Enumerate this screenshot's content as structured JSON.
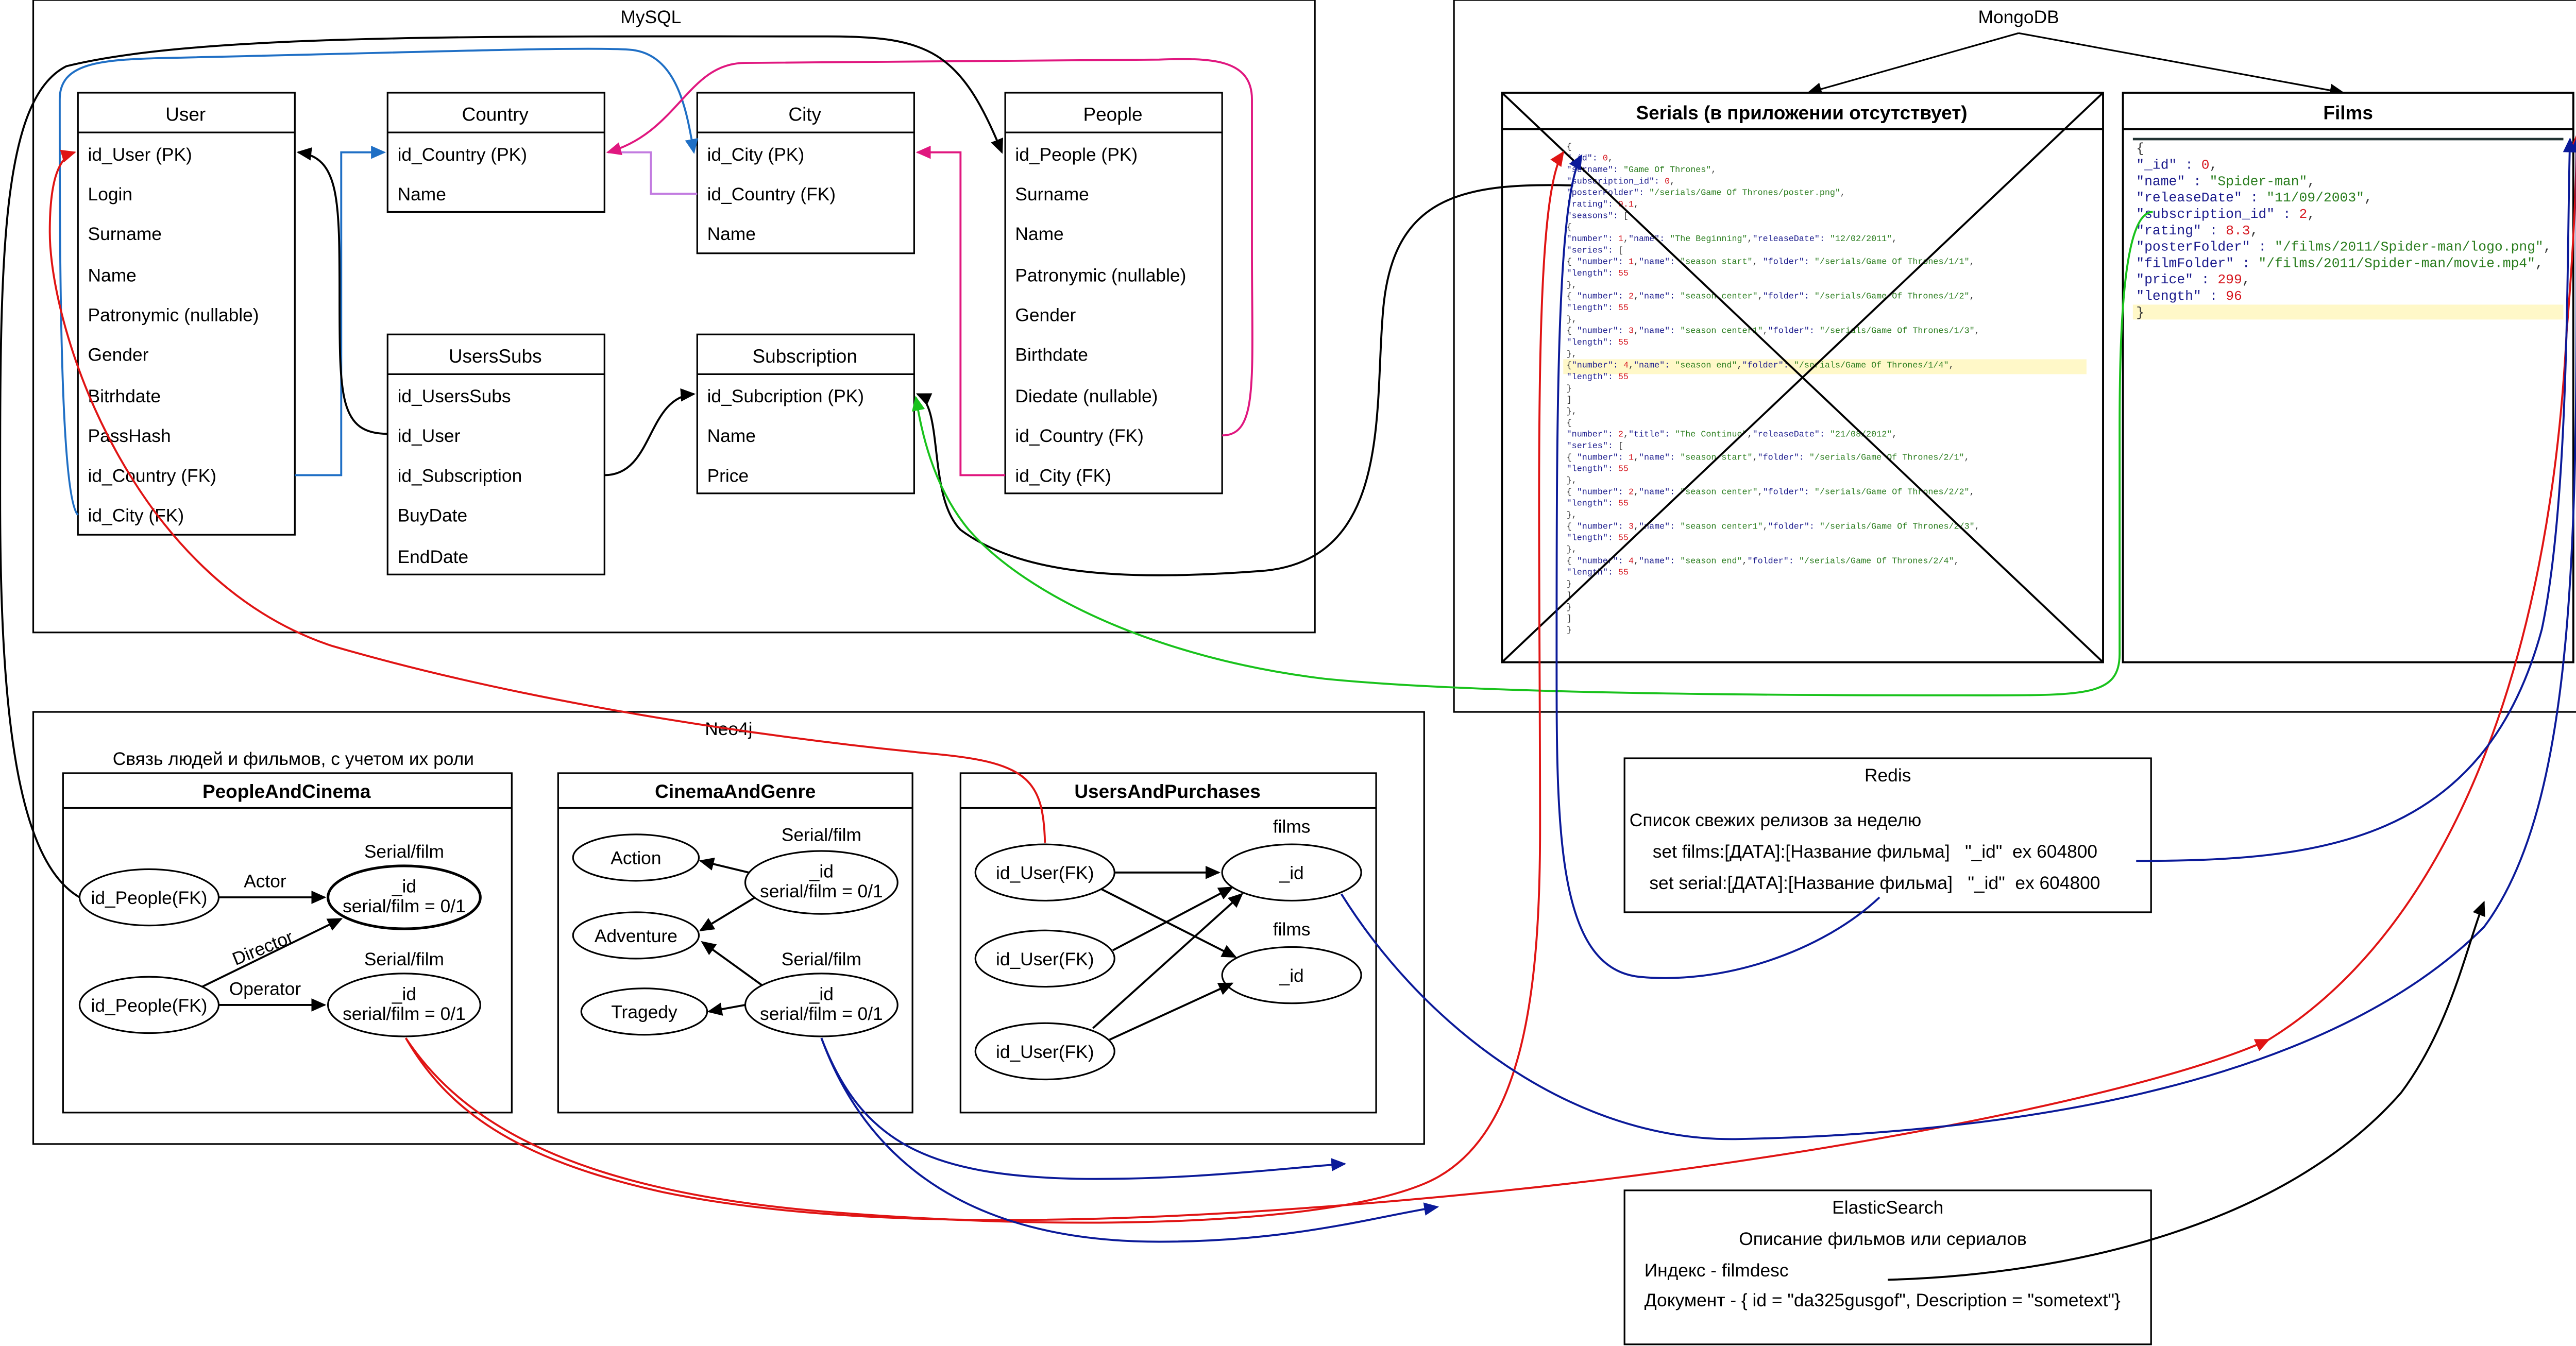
{
  "groups": {
    "mysql": "MySQL",
    "mongodb": "MongoDB",
    "neo4j": "Neo4j",
    "redis": "Redis",
    "elastic": "ElasticSearch"
  },
  "mysql": {
    "user": {
      "title": "User",
      "fields": [
        "id_User (PK)",
        "Login",
        "Surname",
        "Name",
        "Patronymic (nullable)",
        "Gender",
        "Bitrhdate",
        "PassHash",
        "id_Country (FK)",
        "id_City (FK)"
      ]
    },
    "country": {
      "title": "Country",
      "fields": [
        "id_Country (PK)",
        "Name"
      ]
    },
    "city": {
      "title": "City",
      "fields": [
        "id_City (PK)",
        "id_Country (FK)",
        "Name"
      ]
    },
    "people": {
      "title": "People",
      "fields": [
        "id_People (PK)",
        "Surname",
        "Name",
        "Patronymic (nullable)",
        "Gender",
        "Birthdate",
        "Diedate (nullable)",
        "id_Country (FK)",
        "id_City (FK)"
      ]
    },
    "userssubs": {
      "title": "UsersSubs",
      "fields": [
        "id_UsersSubs",
        "id_User",
        "id_Subscription",
        "BuyDate",
        "EndDate"
      ]
    },
    "subscription": {
      "title": "Subscription",
      "fields": [
        "id_Subcription (PK)",
        "Name",
        "Price"
      ]
    }
  },
  "mongo": {
    "serials": {
      "title": "Serials (в приложении отсутствует)",
      "lines": [
        "{",
        "  \"_id\": 0,",
        "  \"sername\": \"Game Of Thrones\",",
        "  \"subscription_id\": 0,",
        "  \"posterFolder\": \"/serials/Game Of Thrones/poster.png\",",
        "  \"rating\": 9.1,",
        "  \"seasons\": [",
        "    {",
        "      \"number\": 1,\"name\": \"The Beginning\",\"releaseDate\": \"12/02/2011\",",
        "      \"series\": [",
        "        { \"number\": 1,\"name\": \"season start\", \"folder\": \"/serials/Game Of Thrones/1/1\",",
        "          \"length\": 55",
        "        },",
        "        { \"number\": 2,\"name\": \"season center\",\"folder\": \"/serials/Game Of Thrones/1/2\",",
        "          \"length\": 55",
        "        },",
        "        { \"number\": 3,\"name\": \"season center1\",\"folder\": \"/serials/Game Of Thrones/1/3\",",
        "          \"length\": 55",
        "        },",
        "        {\"number\": 4,\"name\": \"season end\",\"folder\": \"/serials/Game Of Thrones/1/4\",",
        "          \"length\": 55",
        "        }",
        "      ]",
        "    },",
        "    {",
        "      \"number\": 2,\"title\": \"The Continue\",\"releaseDate\": \"21/08/2012\",",
        "      \"series\": [",
        "        { \"number\": 1,\"name\": \"season start\",\"folder\": \"/serials/Game Of Thrones/2/1\",",
        "          \"length\": 55",
        "        },",
        "        { \"number\": 2,\"name\": \"season center\",\"folder\": \"/serials/Game Of Thrones/2/2\",",
        "          \"length\": 55",
        "        },",
        "        { \"number\": 3,\"name\": \"season center1\",\"folder\": \"/serials/Game Of Thrones/2/3\",",
        "          \"length\": 55",
        "        },",
        "        { \"number\": 4,\"name\": \"season end\",\"folder\": \"/serials/Game Of Thrones/2/4\",",
        "          \"length\": 55",
        "        }",
        "      ]",
        "    }",
        "  ]",
        "}"
      ]
    },
    "films": {
      "title": "Films",
      "lines": [
        "{",
        "  \"_id\" : 0,",
        "  \"name\" : \"Spider-man\",",
        "  \"releaseDate\" : \"11/09/2003\",",
        "  \"subscription_id\" : 2,",
        "  \"rating\" : 8.3,",
        "  \"posterFolder\" : \"/films/2011/Spider-man/logo.png\",",
        "  \"filmFolder\" : \"/films/2011/Spider-man/movie.mp4\",",
        "  \"price\" : 299,",
        "  \"length\" : 96",
        "}"
      ]
    }
  },
  "neo4j": {
    "caption": "Связь людей и фильмов, с учетом их роли",
    "pc": {
      "title": "PeopleAndCinema",
      "people1": "id_People(FK)",
      "people2": "id_People(FK)",
      "actor": "Actor",
      "director": "Director",
      "operator": "Operator",
      "film1_label": "Serial/film",
      "film1_lines": [
        "_id",
        "serial/film = 0/1"
      ],
      "film2_label": "Serial/film",
      "film2_lines": [
        "_id",
        "serial/film = 0/1"
      ]
    },
    "cg": {
      "title": "CinemaAndGenre",
      "action": "Action",
      "adventure": "Adventure",
      "tragedy": "Tragedy",
      "film1_label": "Serial/film",
      "film1_lines": [
        "_id",
        "serial/film = 0/1"
      ],
      "film2_label": "Serial/film",
      "film2_lines": [
        "_id",
        "serial/film = 0/1"
      ]
    },
    "up": {
      "title": "UsersAndPurchases",
      "user1": "id_User(FK)",
      "user2": "id_User(FK)",
      "user3": "id_User(FK)",
      "films1_label": "films",
      "films1_id": "_id",
      "films2_label": "films",
      "films2_id": "_id"
    }
  },
  "redis": {
    "caption": "Список свежих релизов за неделю",
    "line1": "set films:[ДАТА]:[Название фильма]   \"_id\"  ex 604800",
    "line2": "set serial:[ДАТА]:[Название фильма]   \"_id\"  ex 604800"
  },
  "elastic": {
    "caption": "Описание фильмов или сериалов",
    "line1": "Индекс - filmdesc",
    "line2": "Документ - { id = \"da325gusgof\", Description = \"sometext\"}"
  },
  "colors": {
    "black": "#000000",
    "blue_fk": "#1f6fc5",
    "magenta": "#e0177f",
    "violet": "#c27be0",
    "red": "#e01414",
    "navy": "#0b1a99",
    "green": "#19c21c",
    "json_key": "#1a1a8c",
    "json_string": "#2a7d1e",
    "json_number": "#d6171f",
    "highlight": "#fff8c8"
  }
}
